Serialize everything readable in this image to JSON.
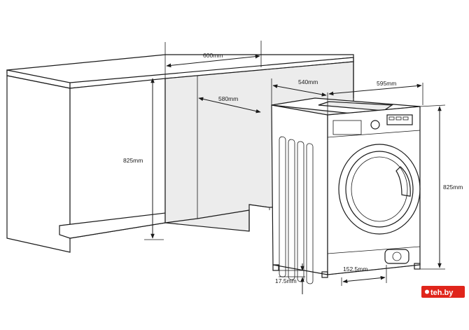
{
  "dimensions": {
    "niche_width": "600mm",
    "niche_depth": "580mm",
    "niche_height": "825mm",
    "machine_depth": "540mm",
    "machine_width": "595mm",
    "machine_height": "825mm",
    "feet_height": "17.5mm",
    "feet_offset": "152.5mm"
  },
  "watermark": {
    "text": "teh.by",
    "color": "#e0251b"
  }
}
